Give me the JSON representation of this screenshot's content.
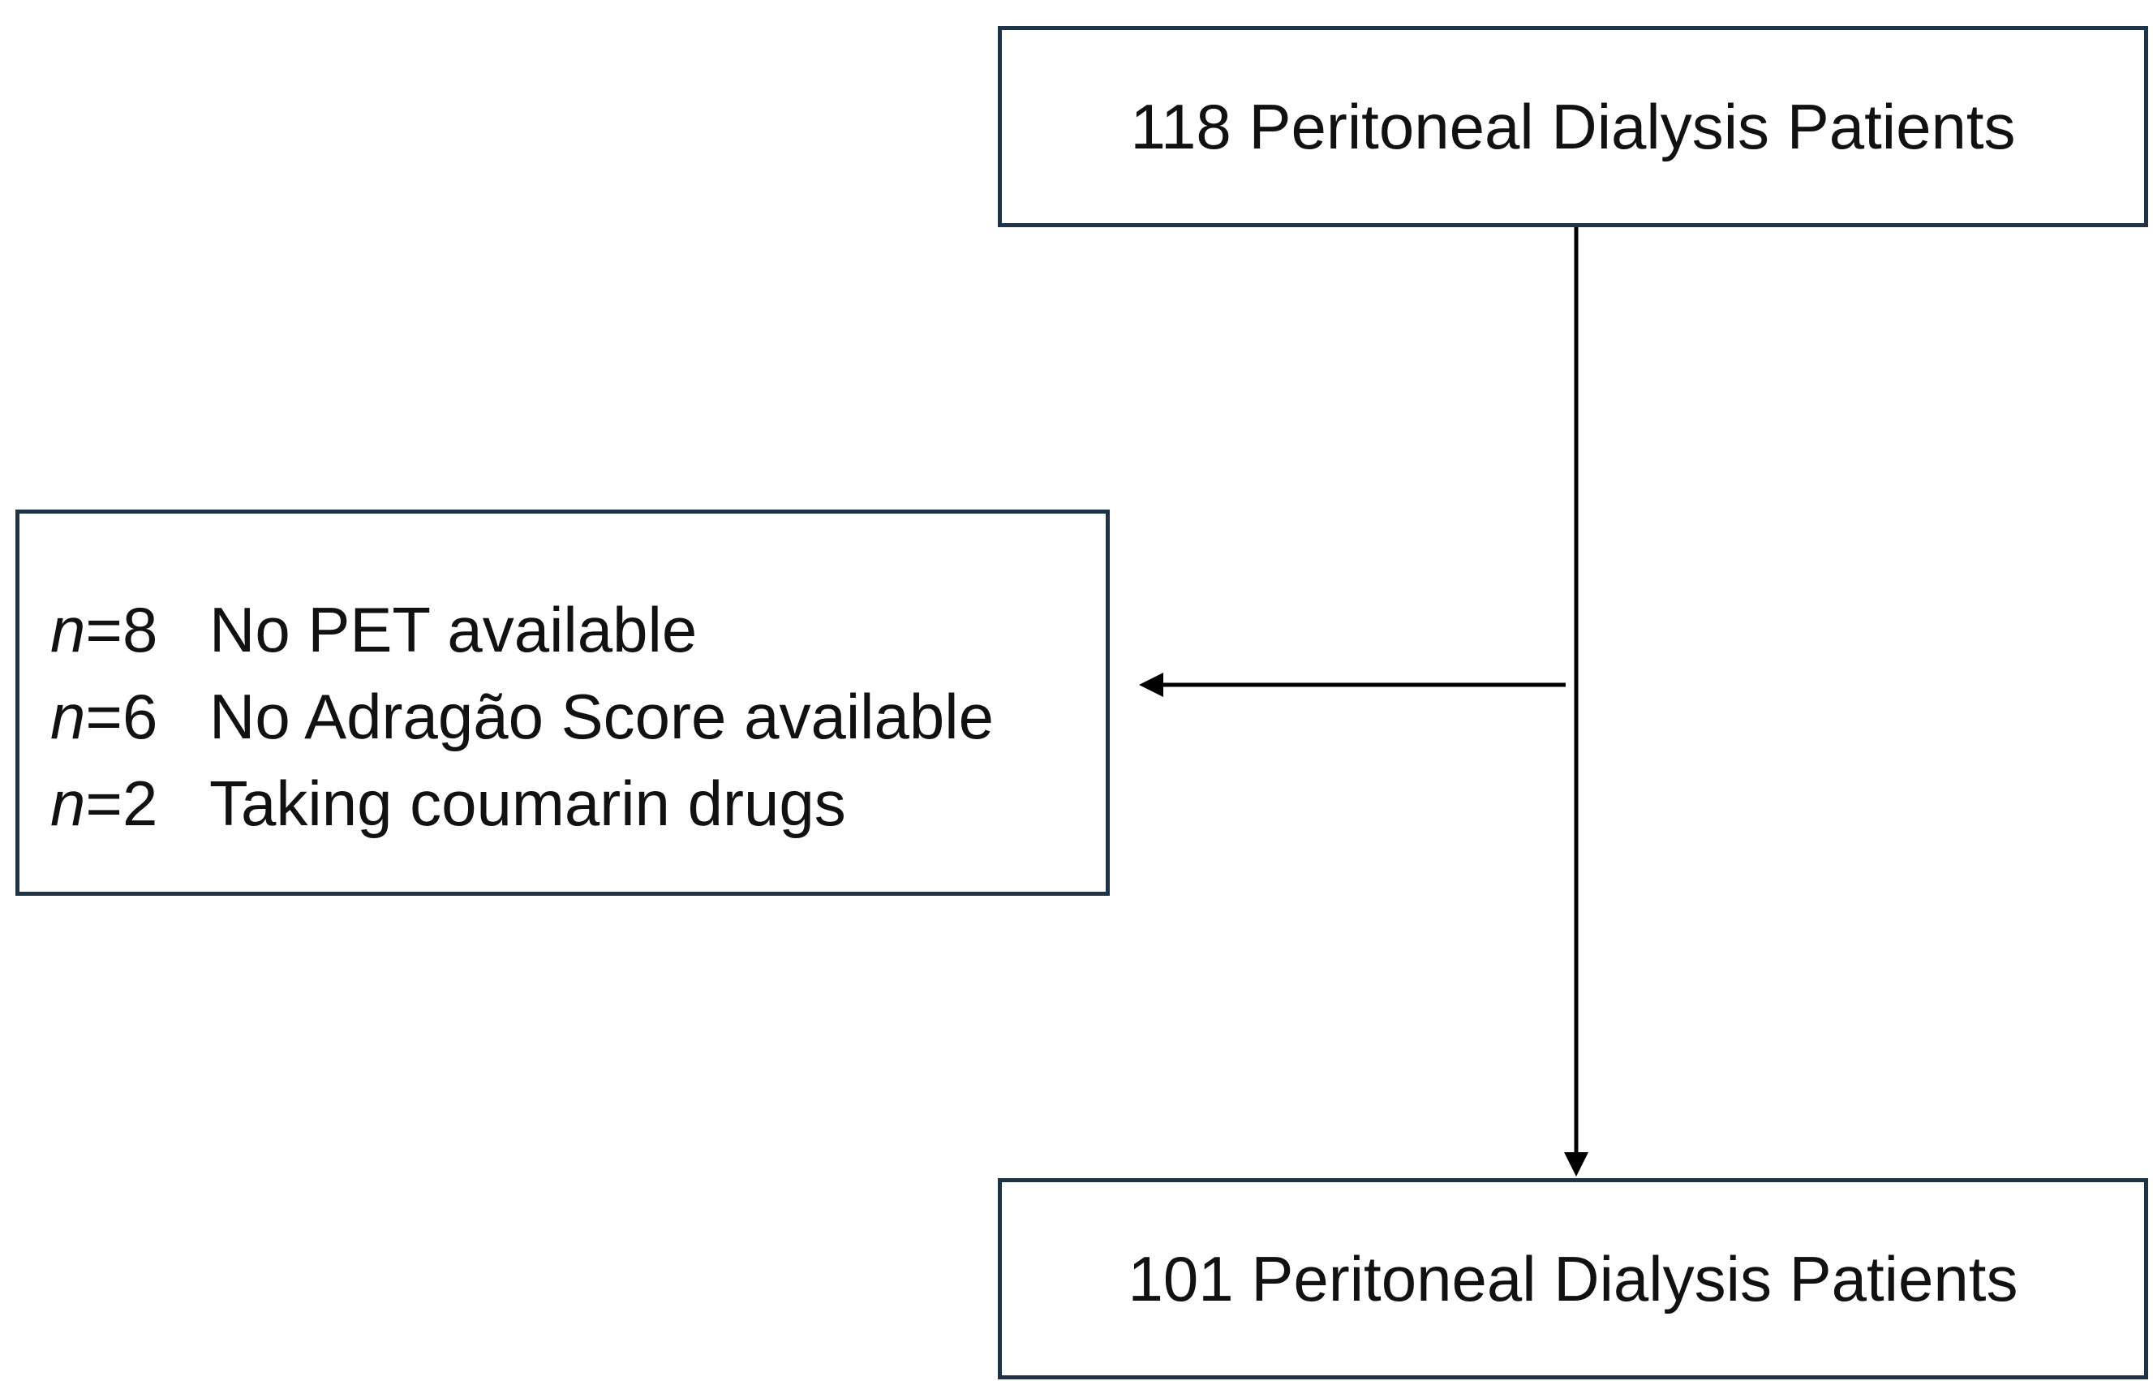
{
  "nodes": {
    "start": {
      "label": "118 Peritoneal Dialysis Patients"
    },
    "end": {
      "label": "101 Peritoneal Dialysis Patients"
    }
  },
  "exclusions": [
    {
      "n_symbol": "n",
      "n_value": "=8",
      "reason": "No PET available"
    },
    {
      "n_symbol": "n",
      "n_value": "=6",
      "reason": "No Adragão Score available"
    },
    {
      "n_symbol": "n",
      "n_value": "=2",
      "reason": "Taking coumarin drugs"
    }
  ],
  "colors": {
    "border": "#1f3347",
    "arrow": "#000000",
    "text": "#111111"
  }
}
